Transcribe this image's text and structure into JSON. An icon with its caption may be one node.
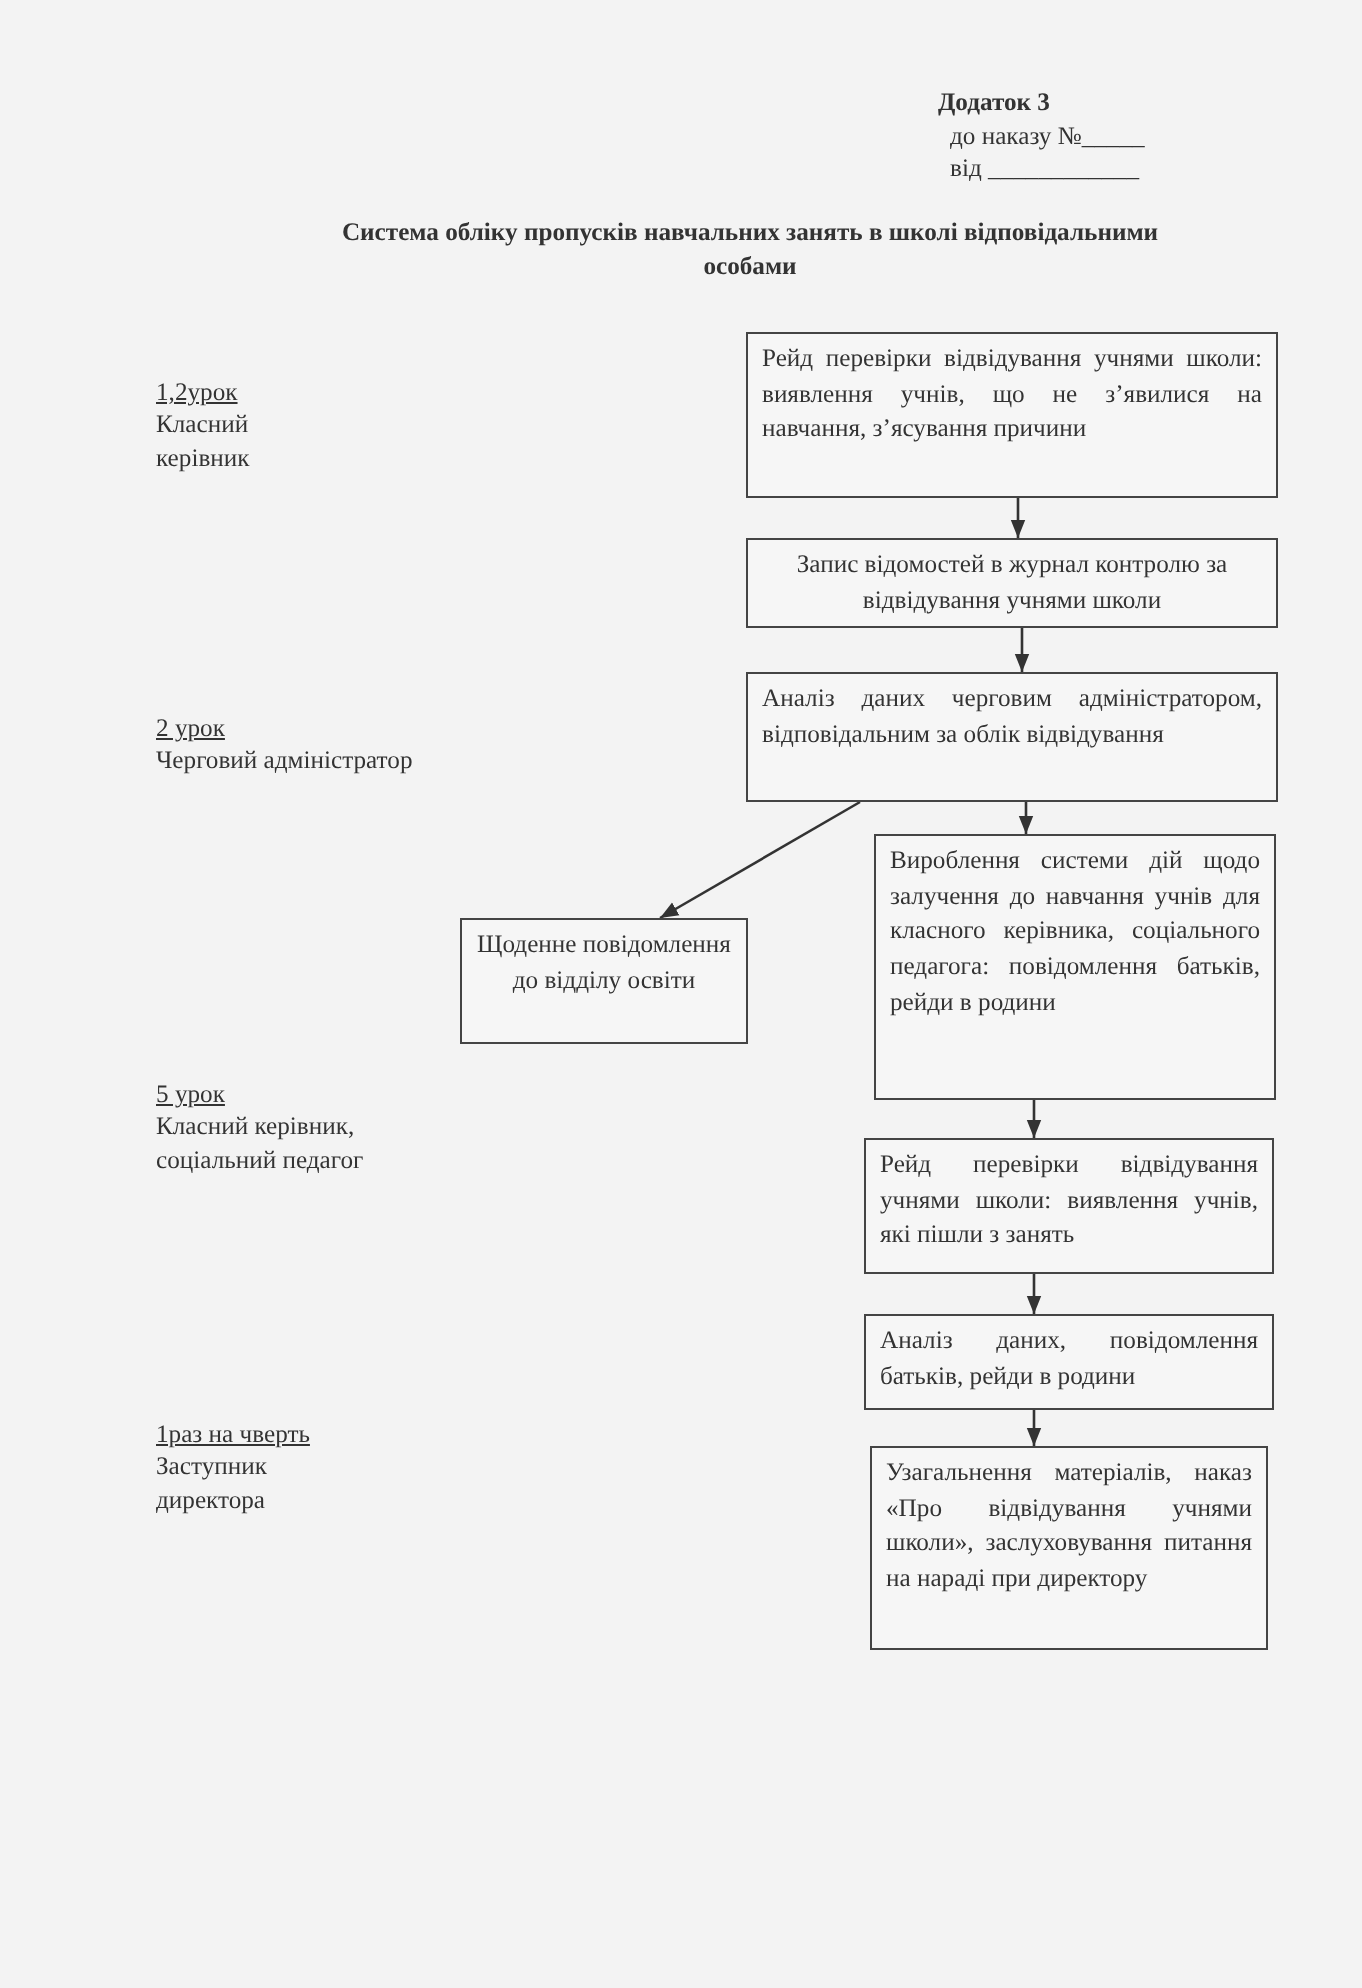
{
  "diagram": {
    "title": "Система обліку пропусків навчальних занять в школі відповідальними особами",
    "nodes": [
      {
        "text": [
          "Рейд перевірки відвідування учнями школи: виявлення учнів, що не з’явилися на навчання, з’ясування причини"
        ]
      },
      {
        "text": [
          "Запис відомостей в журнал контролю за відвідування учнями школи"
        ]
      },
      {
        "text": [
          "Аналіз даних черговим адміністратором, відповідальним за облік відвідування"
        ]
      },
      {
        "text": [
          "Щоденне повідомлення до відділу освіти"
        ]
      },
      {
        "text": [
          "Вироблення системи дій щодо залучення до навчання учнів для класного керівника, соціального педагога: повідомлення батьків, рейди в родини"
        ]
      },
      {
        "text": [
          "Рейд перевірки відвідування учнями школи: виявлення учнів, які пішли з занять"
        ]
      },
      {
        "text": [
          "Аналіз даних, повідомлення батьків, рейди в родини"
        ]
      },
      {
        "text": [
          "Узагальнення матеріалів, наказ «Про відвідування учнями школи», заслуховування питання на нараді при директору"
        ]
      }
    ],
    "edges": [
      {
        "from": 0,
        "to": 1,
        "arrow": "to"
      },
      {
        "from": 1,
        "to": 2,
        "arrow": "to"
      },
      {
        "from": 2,
        "to": 3,
        "arrow": "to"
      },
      {
        "from": 2,
        "to": 4,
        "arrow": "to"
      },
      {
        "from": 4,
        "to": 5,
        "arrow": "to"
      },
      {
        "from": 5,
        "to": 6,
        "arrow": "to"
      },
      {
        "from": 6,
        "to": 7,
        "arrow": "to"
      }
    ],
    "labels": [
      "Додаток 3",
      "до наказу №_____",
      "від ____________",
      "1,2урок",
      "Класний керівник",
      "2 урок",
      "Черговий адміністратор",
      "5 урок",
      "Класний керівник, соціальний педагог",
      "1раз на чверть",
      "Заступник директора"
    ]
  }
}
